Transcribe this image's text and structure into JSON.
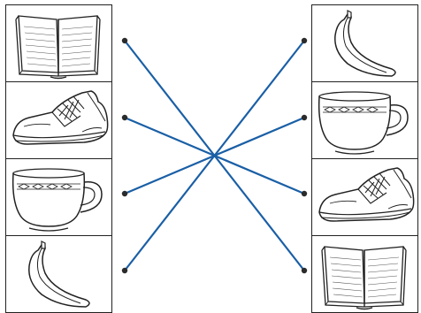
{
  "left_items": [
    {
      "id": "L1",
      "icon": "book-icon"
    },
    {
      "id": "L2",
      "icon": "sneaker-icon"
    },
    {
      "id": "L3",
      "icon": "teacup-icon"
    },
    {
      "id": "L4",
      "icon": "banana-icon"
    }
  ],
  "right_items": [
    {
      "id": "R1",
      "icon": "banana-icon"
    },
    {
      "id": "R2",
      "icon": "teacup-icon"
    },
    {
      "id": "R3",
      "icon": "sneaker-icon"
    },
    {
      "id": "R4",
      "icon": "book-icon"
    }
  ],
  "matches": [
    {
      "from": "L1",
      "to": "R4"
    },
    {
      "from": "L2",
      "to": "R3"
    },
    {
      "from": "L3",
      "to": "R2"
    },
    {
      "from": "L4",
      "to": "R1"
    }
  ],
  "colors": {
    "line": "#1a5fa6",
    "dot": "#2b2b2b",
    "border": "#222222"
  }
}
